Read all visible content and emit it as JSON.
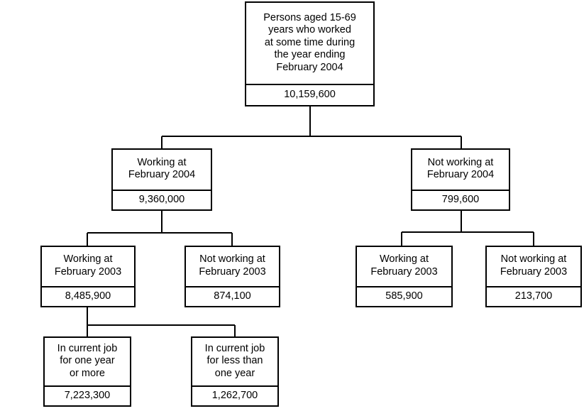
{
  "diagram": {
    "title": "Persons aged 15-69 years who worked at some time during the year ending February 2004",
    "nodes": {
      "total": {
        "label": "Persons aged 15-69\nyears who worked\nat some time during\nthe year ending\nFebruary 2004",
        "value": "10,159,600"
      },
      "working_2004": {
        "label": "Working at\nFebruary 2004",
        "value": "9,360,000"
      },
      "not_working_2004": {
        "label": "Not working at\nFebruary 2004",
        "value": "799,600"
      },
      "w04_working_2003": {
        "label": "Working at\nFebruary 2003",
        "value": "8,485,900"
      },
      "w04_not_working_2003": {
        "label": "Not working at\nFebruary 2003",
        "value": "874,100"
      },
      "n04_working_2003": {
        "label": "Working at\nFebruary 2003",
        "value": "585,900"
      },
      "n04_not_working_2003": {
        "label": "Not working at\nFebruary 2003",
        "value": "213,700"
      },
      "job_one_year_or_more": {
        "label": "In current job\nfor one year\nor more",
        "value": "7,223,300"
      },
      "job_less_than_one_year": {
        "label": "In current job\nfor less than\none year",
        "value": "1,262,700"
      }
    },
    "colors": {
      "border": "#000000",
      "background": "#ffffff",
      "text": "#000000",
      "connector": "#000000"
    }
  },
  "chart_data": {
    "type": "diagram",
    "title": "Persons aged 15-69 years who worked at some time during the year ending February 2004",
    "categories": [
      "Persons aged 15-69 years who worked at some time during the year ending February 2004",
      "Working at February 2004",
      "Not working at February 2004",
      "Working at February 2004 / Working at February 2003",
      "Working at February 2004 / Not working at February 2003",
      "Not working at February 2004 / Working at February 2003",
      "Not working at February 2004 / Not working at February 2003",
      "In current job for one year or more",
      "In current job for less than one year"
    ],
    "values": [
      10159600,
      9360000,
      799600,
      8485900,
      874100,
      585900,
      213700,
      7223300,
      1262700
    ],
    "value_labels": [
      "10,159,600",
      "9,360,000",
      "799,600",
      "8,485,900",
      "874,100",
      "585,900",
      "213,700",
      "7,223,300",
      "1,262,700"
    ],
    "hierarchy": {
      "name": "Persons aged 15-69 years who worked at some time during the year ending February 2004",
      "value": 10159600,
      "children": [
        {
          "name": "Working at February 2004",
          "value": 9360000,
          "children": [
            {
              "name": "Working at February 2003",
              "value": 8485900,
              "children": [
                {
                  "name": "In current job for one year or more",
                  "value": 7223300
                },
                {
                  "name": "In current job for less than one year",
                  "value": 1262700
                }
              ]
            },
            {
              "name": "Not working at February 2003",
              "value": 874100
            }
          ]
        },
        {
          "name": "Not working at February 2004",
          "value": 799600,
          "children": [
            {
              "name": "Working at February 2003",
              "value": 585900
            },
            {
              "name": "Not working at February 2003",
              "value": 213700
            }
          ]
        }
      ]
    }
  }
}
